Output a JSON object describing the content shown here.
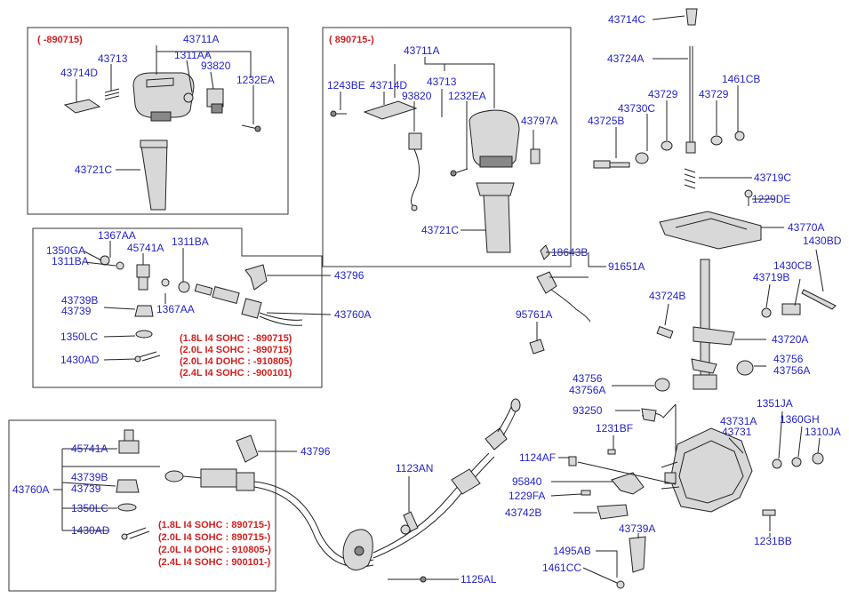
{
  "box1": {
    "note": "( -890715)",
    "labels": [
      "43711A",
      "43713",
      "1311AA",
      "93820",
      "43714D",
      "1232EA",
      "43721C"
    ]
  },
  "box2": {
    "note": "( 890715-)",
    "labels": [
      "43711A",
      "1243BE",
      "43714D",
      "43713",
      "93820",
      "1232EA",
      "43797A",
      "43721C"
    ]
  },
  "box3": {
    "labels": [
      "1367AA",
      "1350GA",
      "1311BA",
      "45741A",
      "1311BA",
      "43739B",
      "43739",
      "1367AA",
      "1350LC",
      "1430AD",
      "43796",
      "43760A"
    ],
    "notes": [
      "(1.8L  I4  SOHC  :  -890715)",
      "(2.0L  I4  SOHC  :  -890715)",
      "(2.0L  I4  DOHC  :  -910805)",
      "(2.4L  I4  SOHC  :  -900101)"
    ]
  },
  "box4": {
    "labels": [
      "45741A",
      "43796",
      "43739B",
      "43739",
      "43760A",
      "1350LC",
      "1430AD"
    ],
    "notes": [
      "(1.8L  I4  SOHC  :  890715-)",
      "(2.0L  I4  SOHC  :  890715-)",
      "(2.0L  I4  DOHC  :  910805-)",
      "(2.4L  I4  SOHC  :  900101-)"
    ]
  },
  "right": {
    "labels": [
      "43714C",
      "43724A",
      "43729",
      "43729",
      "1461CB",
      "43730C",
      "43725B",
      "43719C",
      "1229DE",
      "43770A",
      "1430BD",
      "18643B",
      "91651A",
      "1430CB",
      "43719B",
      "43724B",
      "95761A",
      "43720A",
      "43756",
      "43756A",
      "43756",
      "43756A",
      "93250",
      "1231BF",
      "1351JA",
      "43731A",
      "43731",
      "1360GH",
      "1310JA",
      "1124AF",
      "95840",
      "1229FA",
      "43742B",
      "1123AN",
      "43739A",
      "1495AB",
      "1461CC",
      "1231BB",
      "1125AL"
    ]
  }
}
